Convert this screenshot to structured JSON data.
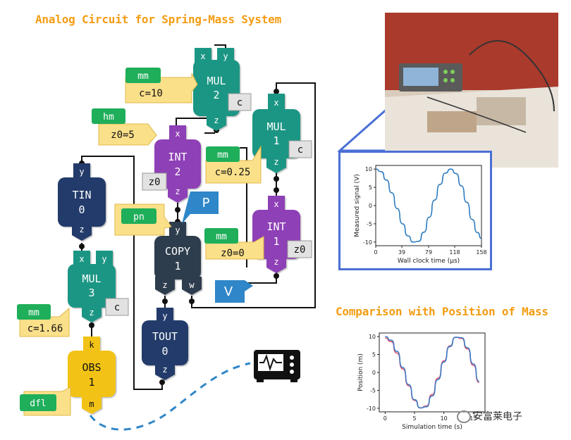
{
  "titles": {
    "circuit": "Analog Circuit for Spring-Mass System",
    "comparison": "Comparison with Position of Mass"
  },
  "blocks": {
    "mul2": {
      "name": "MUL",
      "num": "2",
      "in1": "x",
      "in2": "y",
      "out": "z",
      "param": "c"
    },
    "mul1": {
      "name": "MUL",
      "num": "1",
      "in1": "x",
      "out": "z",
      "param": "c"
    },
    "int2": {
      "name": "INT",
      "num": "2",
      "in1": "x",
      "out": "z",
      "param": "z0"
    },
    "int1": {
      "name": "INT",
      "num": "1",
      "in1": "x",
      "out": "z",
      "param": "z0"
    },
    "tin0": {
      "name": "TIN",
      "num": "0",
      "in1": "y",
      "out": "z"
    },
    "copy1": {
      "name": "COPY",
      "num": "1",
      "in1": "y",
      "out1": "z",
      "out2": "w"
    },
    "mul3": {
      "name": "MUL",
      "num": "3",
      "in1": "x",
      "in2": "y",
      "out": "z",
      "param": "c"
    },
    "tout0": {
      "name": "TOUT",
      "num": "0",
      "in1": "y",
      "out": "z"
    },
    "obs1": {
      "name": "OBS",
      "num": "1",
      "in1": "k",
      "out": "m"
    }
  },
  "tags": {
    "mm_mul2": "mm",
    "c_mul2": "c=10",
    "hm_int2": "hm",
    "z0_int2": "z0=5",
    "mm_mul1": "mm",
    "c_mul1": "c=0.25",
    "pn_copy": "pn",
    "mm_int1": "mm",
    "z0_int1": "z0=0",
    "mm_mul3": "mm",
    "c_mul3": "c=1.66",
    "dfl_obs": "dfl"
  },
  "signals": {
    "p": "P",
    "v": "V"
  },
  "plot_measured": {
    "chart_data": {
      "type": "line",
      "xlabel": "Wall clock time (μs)",
      "ylabel": "Measured signal (V)",
      "xticks": [
        "0",
        "39",
        "79",
        "118",
        "158"
      ],
      "yticks": [
        "10",
        "5",
        "0",
        "-5",
        "-10"
      ],
      "xlim": [
        0,
        158
      ],
      "ylim": [
        -11,
        11
      ],
      "series": [
        {
          "x": [
            0,
            8,
            16,
            24,
            32,
            40,
            48,
            56,
            64,
            72,
            80,
            88,
            96,
            104,
            112,
            120,
            128,
            136,
            144,
            152,
            158
          ],
          "values": [
            10,
            9.3,
            7.0,
            3.5,
            -0.8,
            -5.0,
            -8.3,
            -10.0,
            -9.8,
            -7.3,
            -3.2,
            1.5,
            5.8,
            8.9,
            10.0,
            8.8,
            5.4,
            0.9,
            -3.8,
            -7.4,
            -9.0
          ],
          "color": "#2b7bbf"
        }
      ]
    }
  },
  "plot_position": {
    "chart_data": {
      "type": "line",
      "xlabel": "Simulation time (s)",
      "ylabel": "Position (m)",
      "xticks": [
        "0",
        "5",
        "10",
        "15"
      ],
      "yticks": [
        "10",
        "5",
        "0",
        "-5",
        "-10"
      ],
      "xlim": [
        -1,
        17
      ],
      "ylim": [
        -11,
        11
      ],
      "series": [
        {
          "x": [
            0,
            1,
            2,
            3,
            4,
            5,
            6,
            7,
            8,
            9,
            10,
            11,
            12,
            13,
            14,
            15,
            16
          ],
          "values": [
            9.6,
            8.6,
            5.4,
            1.0,
            -3.7,
            -7.8,
            -9.9,
            -9.4,
            -6.2,
            -1.6,
            3.2,
            7.4,
            9.8,
            9.5,
            6.6,
            2.0,
            -2.8
          ],
          "color": "#e0506e"
        },
        {
          "x": [
            0,
            1,
            2,
            3,
            4,
            5,
            6,
            7,
            8,
            9,
            10,
            11,
            12,
            13,
            14,
            15,
            16
          ],
          "values": [
            10,
            9.0,
            5.9,
            1.4,
            -3.4,
            -7.6,
            -9.9,
            -9.6,
            -6.6,
            -2.0,
            2.9,
            7.2,
            9.8,
            9.7,
            6.9,
            2.4,
            -2.5
          ],
          "color": "#3a7ec8"
        }
      ]
    }
  },
  "watermark": "安富莱电子"
}
